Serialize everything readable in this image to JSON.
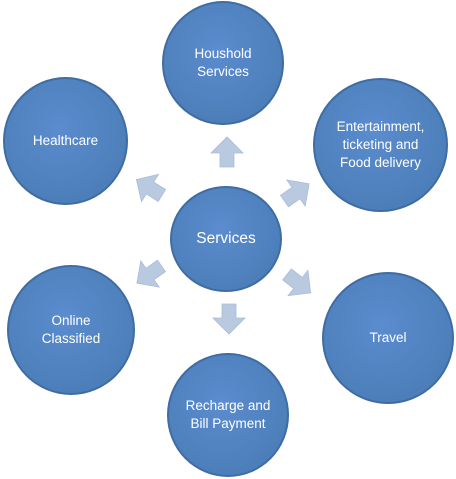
{
  "diagram": {
    "center": {
      "label": "Services"
    },
    "nodes": [
      {
        "id": "top",
        "label": "Houshold\nServices"
      },
      {
        "id": "top-right",
        "label": "Entertainment,\nticketing and\nFood delivery"
      },
      {
        "id": "right",
        "label": "Travel"
      },
      {
        "id": "bottom",
        "label": "Recharge and\nBill Payment"
      },
      {
        "id": "left",
        "label": "Online\nClassified"
      },
      {
        "id": "top-left",
        "label": "Healthcare"
      }
    ],
    "colors": {
      "node_fill": "#4f81bd",
      "node_border": "#3f6da3",
      "arrow_fill": "#b9c9e0",
      "text": "#ffffff"
    }
  }
}
